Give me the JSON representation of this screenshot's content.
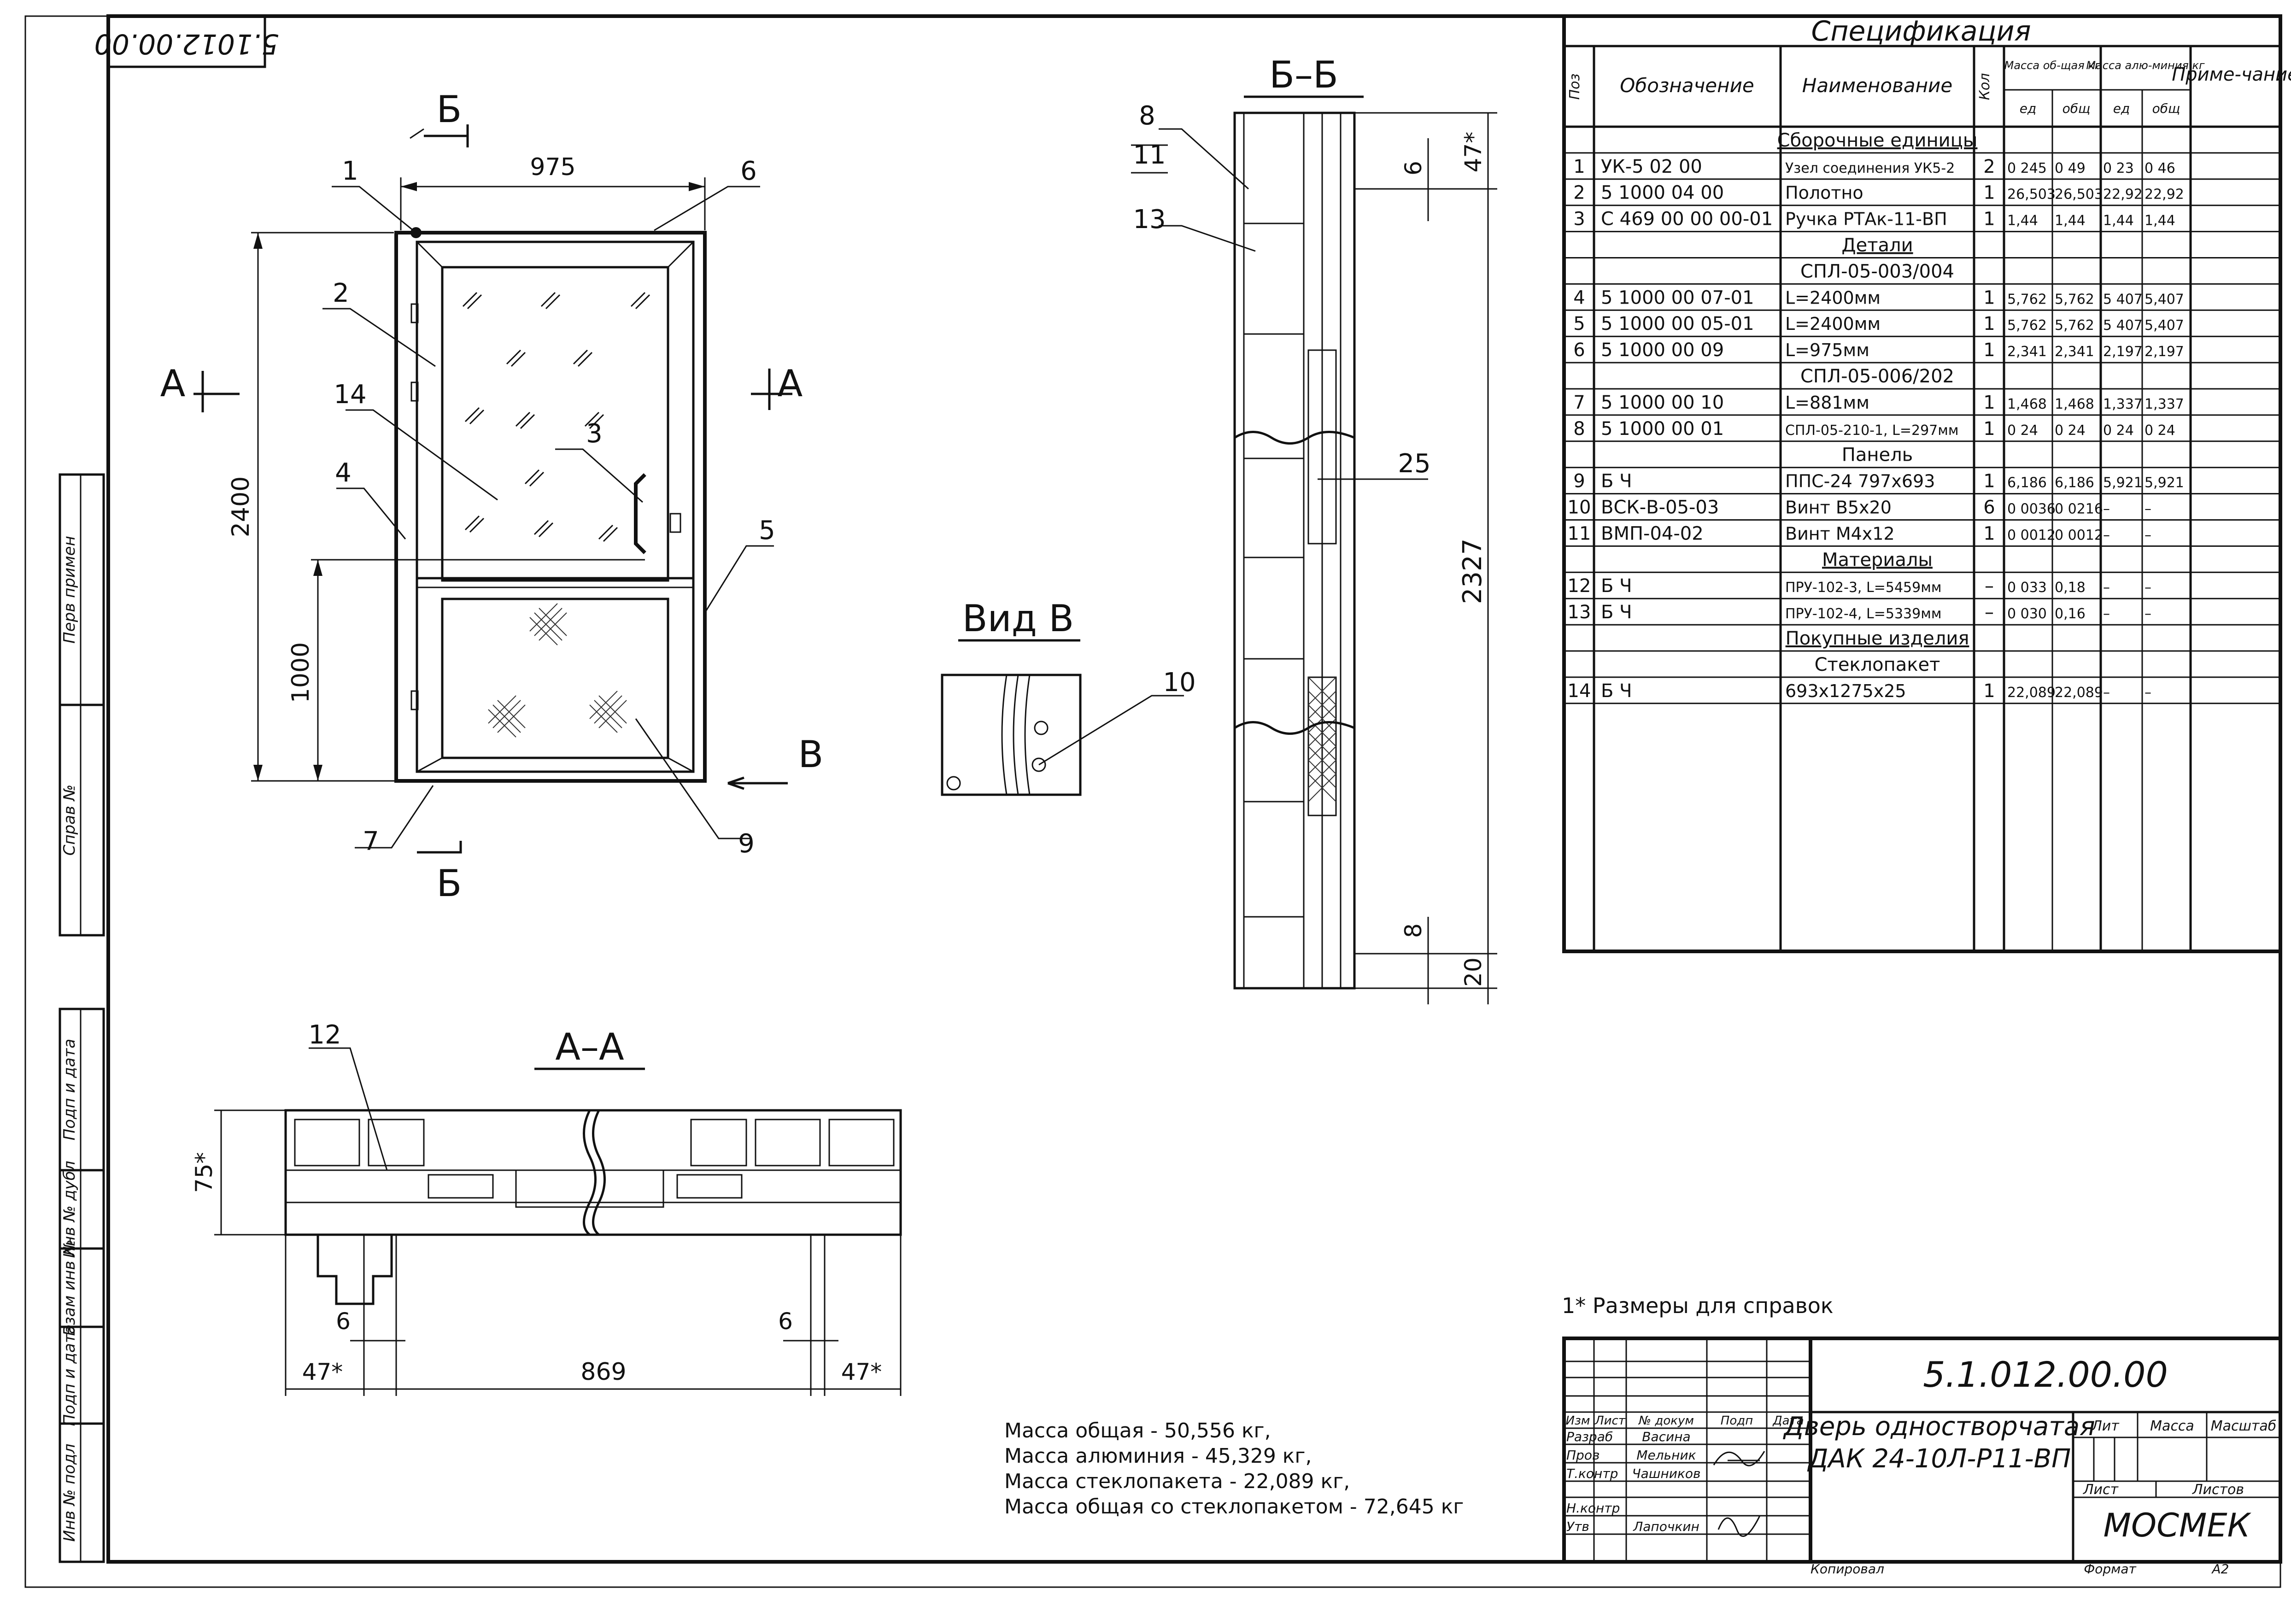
{
  "doc_code_rotated": "5.1012.00.00",
  "spec_title": "Спецификация",
  "spec_headers": {
    "poz": "Поз",
    "designation": "Обозначение",
    "name": "Наименование",
    "qty": "Кол",
    "mass_total": "Масса об-щая кг",
    "mass_al": "Масса алю-миния кг",
    "ed": "ед",
    "obsh": "общ",
    "note": "Приме-чание"
  },
  "spec_rows": [
    {
      "poz": "",
      "des": "",
      "name": "Сборочные единицы",
      "section": true
    },
    {
      "poz": "1",
      "des": "УК-5 02 00",
      "name": "Узел соединения УК5-2",
      "qty": "2",
      "m1": "0 245",
      "m2": "0 49",
      "m3": "0 23",
      "m4": "0 46"
    },
    {
      "poz": "2",
      "des": "5 1000 04 00",
      "name": "Полотно",
      "qty": "1",
      "m1": "26,503",
      "m2": "26,503",
      "m3": "22,92",
      "m4": "22,92"
    },
    {
      "poz": "3",
      "des": "С 469 00 00 00-01",
      "name": "Ручка РТАк-11-ВП",
      "qty": "1",
      "m1": "1,44",
      "m2": "1,44",
      "m3": "1,44",
      "m4": "1,44"
    },
    {
      "poz": "",
      "des": "",
      "name": "Детали",
      "section": true
    },
    {
      "poz": "",
      "des": "",
      "name": "СПЛ-05-003/004",
      "center": true
    },
    {
      "poz": "4",
      "des": "5 1000 00 07-01",
      "name": "L=2400мм",
      "qty": "1",
      "m1": "5,762",
      "m2": "5,762",
      "m3": "5 407",
      "m4": "5,407"
    },
    {
      "poz": "5",
      "des": "5 1000 00 05-01",
      "name": "L=2400мм",
      "qty": "1",
      "m1": "5,762",
      "m2": "5,762",
      "m3": "5 407",
      "m4": "5,407"
    },
    {
      "poz": "6",
      "des": "5 1000 00 09",
      "name": "L=975мм",
      "qty": "1",
      "m1": "2,341",
      "m2": "2,341",
      "m3": "2,197",
      "m4": "2,197"
    },
    {
      "poz": "",
      "des": "",
      "name": "СПЛ-05-006/202",
      "center": true
    },
    {
      "poz": "7",
      "des": "5 1000 00 10",
      "name": "L=881мм",
      "qty": "1",
      "m1": "1,468",
      "m2": "1,468",
      "m3": "1,337",
      "m4": "1,337"
    },
    {
      "poz": "8",
      "des": "5 1000 00 01",
      "name": "СПЛ-05-210-1, L=297мм",
      "qty": "1",
      "m1": "0 24",
      "m2": "0 24",
      "m3": "0 24",
      "m4": "0 24"
    },
    {
      "poz": "",
      "des": "",
      "name": "Панель",
      "center": true
    },
    {
      "poz": "9",
      "des": "Б Ч",
      "name": "ППС-24  797х693",
      "qty": "1",
      "m1": "6,186",
      "m2": "6,186",
      "m3": "5,921",
      "m4": "5,921"
    },
    {
      "poz": "10",
      "des": "ВСК-В-05-03",
      "name": "Винт В5х20",
      "qty": "6",
      "m1": "0 0036",
      "m2": "0 0216",
      "m3": "–",
      "m4": "–"
    },
    {
      "poz": "11",
      "des": "ВМП-04-02",
      "name": "Винт М4х12",
      "qty": "1",
      "m1": "0 0012",
      "m2": "0 0012",
      "m3": "–",
      "m4": "–"
    },
    {
      "poz": "",
      "des": "",
      "name": "Материалы",
      "section": true
    },
    {
      "poz": "12",
      "des": "Б Ч",
      "name": "ПРУ-102-3, L=5459мм",
      "qty": "–",
      "m1": "0 033",
      "m2": "0,18",
      "m3": "–",
      "m4": "–"
    },
    {
      "poz": "13",
      "des": "Б Ч",
      "name": "ПРУ-102-4, L=5339мм",
      "qty": "–",
      "m1": "0 030",
      "m2": "0,16",
      "m3": "–",
      "m4": "–"
    },
    {
      "poz": "",
      "des": "",
      "name": "Покупные изделия",
      "section": true
    },
    {
      "poz": "",
      "des": "",
      "name": "Стеклопакет",
      "center": true
    },
    {
      "poz": "14",
      "des": "Б Ч",
      "name": "693х1275х25",
      "qty": "1",
      "m1": "22,089",
      "m2": "22,089",
      "m3": "–",
      "m4": "–"
    }
  ],
  "front_view": {
    "width_dim": "975",
    "height_dim": "2400",
    "mid_dim": "1000",
    "section_a": "А",
    "section_b": "Б",
    "view_v": "В",
    "labels": [
      "1",
      "2",
      "14",
      "4",
      "3",
      "5",
      "6",
      "7",
      "9"
    ]
  },
  "section_bb": {
    "title": "Б–Б",
    "dims": [
      "6",
      "47*",
      "2327",
      "8",
      "20"
    ],
    "labels": [
      "8",
      "11",
      "13",
      "25"
    ]
  },
  "view_v": {
    "title": "Вид В",
    "label": "10"
  },
  "section_aa": {
    "title": "А–А",
    "dims": [
      "75*",
      "6",
      "6",
      "47*",
      "869",
      "47*"
    ],
    "label": "12"
  },
  "footnote": "1* Размеры для справок",
  "mass_notes": [
    "Масса общая -  50,556 кг,",
    "Масса алюминия - 45,329 кг,",
    "Масса стеклопакета -  22,089 кг,",
    "Масса общая со стеклопакетом -  72,645 кг"
  ],
  "title_block": {
    "code": "5.1.012.00.00",
    "name_line1": "Дверь одностворчатая",
    "name_line2": "ДАК 24-10Л-Р11-ВП",
    "company": "МОСМЕК",
    "col_headers": [
      "Изм",
      "Лист",
      "№ докум",
      "Подп",
      "Дата"
    ],
    "roles": [
      "Разраб",
      "Пров",
      "Т.контр",
      "",
      "Н.контр",
      "Утв"
    ],
    "people": [
      "Васина",
      "Мельник",
      "Чашников",
      "",
      "",
      "Лапочкин"
    ],
    "lit": "Лит",
    "massa": "Масса",
    "masshtab": "Масштаб",
    "list": "Лист",
    "listov": "Листов",
    "copied": "Копировал",
    "format": "Формат",
    "format_val": "А2"
  },
  "side_stamps": [
    "Перв примен",
    "Справ №",
    "Подп и дата",
    "Инв № дубл",
    "Взам инв №",
    "Подп и дата",
    "Инв № подл"
  ]
}
